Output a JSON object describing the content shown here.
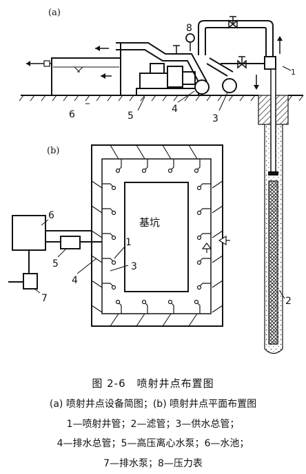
{
  "diagram_a": {
    "panel_label": "(a)",
    "labels": {
      "n1": "1",
      "n3": "3",
      "n4": "4",
      "n5": "5",
      "n6": "6",
      "n8": "8"
    }
  },
  "diagram_b": {
    "panel_label": "(b)",
    "pit_label": "基坑",
    "labels": {
      "n1": "1",
      "n3": "3",
      "n4": "4",
      "n5": "5",
      "n6": "6",
      "n7": "7"
    }
  },
  "well_label": "2",
  "caption": {
    "title": "图 2-6　喷射井点布置图",
    "line1": "(a) 喷射井点设备简图；(b) 喷射井点平面布置图",
    "line2": "1—喷射井管；2—滤管；3—供水总管；",
    "line3": "4—排水总管；5—高压离心水泵；6—水池；",
    "line4": "7—排水泵；8—压力表"
  }
}
